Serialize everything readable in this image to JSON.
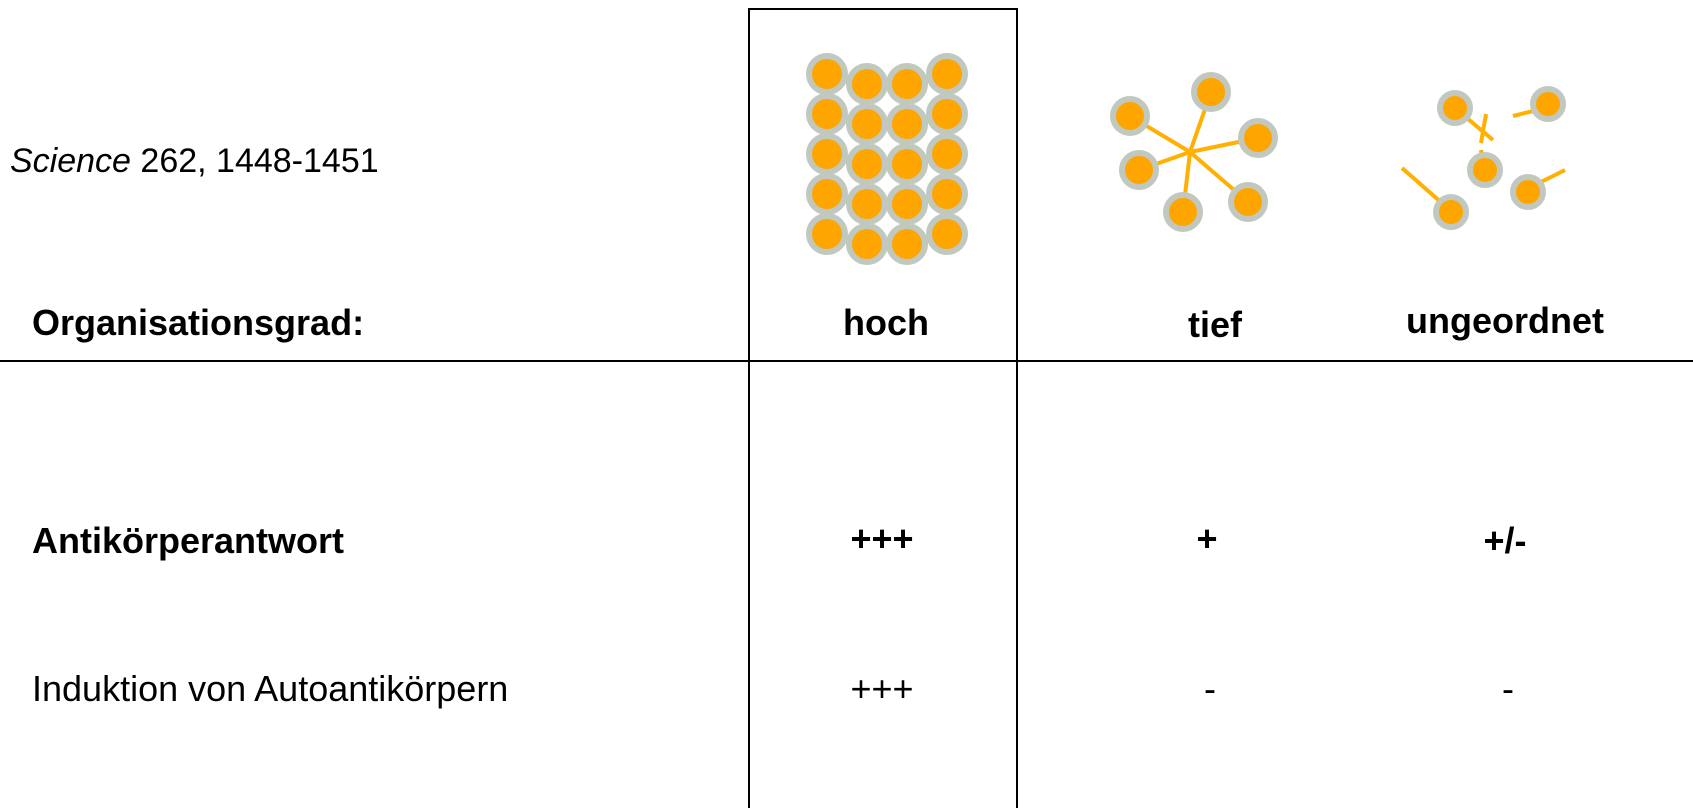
{
  "citation": {
    "journal": "Science",
    "rest": " 262, 1448-1451"
  },
  "header": {
    "label": "Organisationsgrad:",
    "columns": [
      "hoch",
      "tief",
      "ungeordnet"
    ]
  },
  "rows": [
    {
      "label": "Antikörperantwort",
      "values": [
        "+++",
        "+",
        "+/-"
      ]
    },
    {
      "label": "Induktion von Autoantikörpern",
      "values": [
        "+++",
        "-",
        "-"
      ]
    }
  ],
  "colors": {
    "particle_fill": "#FFA500",
    "particle_ring": "#C0C8C0",
    "line": "#FFB000"
  },
  "icons": [
    "ordered-array-icon",
    "star-cluster-icon",
    "disordered-particles-icon"
  ]
}
